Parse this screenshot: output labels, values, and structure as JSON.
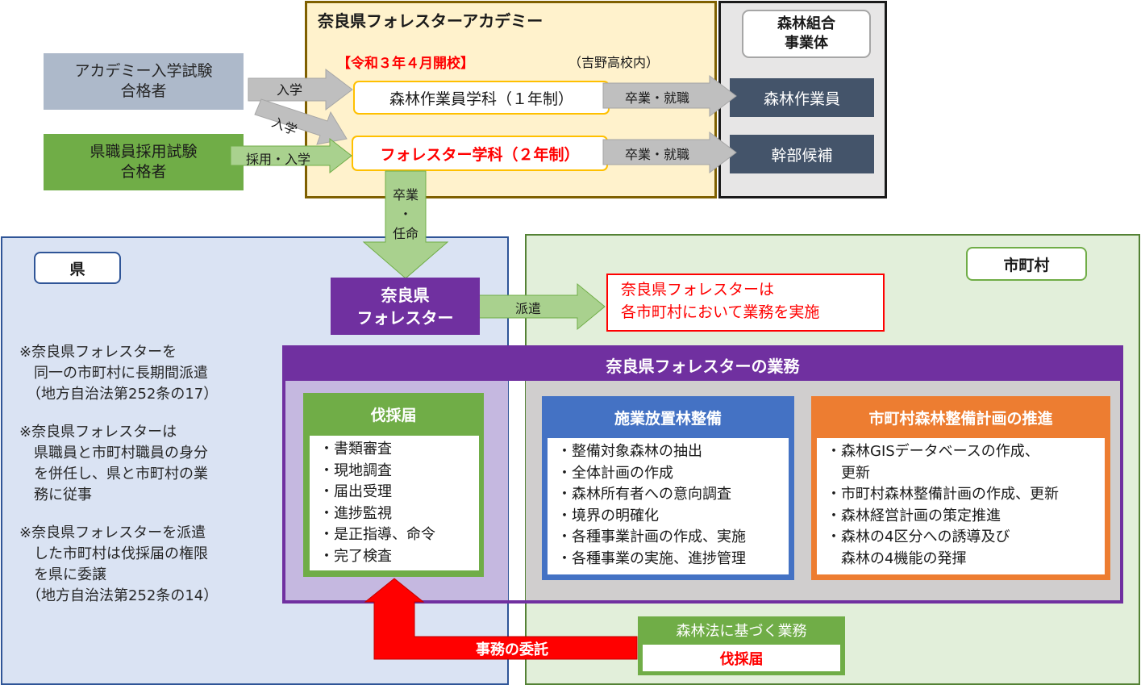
{
  "academy": {
    "title": "奈良県フォレスターアカデミー",
    "opening": "【令和３年４月開校】",
    "location": "（吉野高校内）",
    "course1": "森林作業員学科（１年制）",
    "course2": "フォレスター学科（２年制）"
  },
  "org": {
    "title_line1": "森林組合",
    "title_line2": "事業体",
    "worker": "森林作業員",
    "leader": "幹部候補"
  },
  "candidates": {
    "academy_exam_line1": "アカデミー入学試験",
    "academy_exam_line2": "合格者",
    "pref_exam_line1": "県職員採用試験",
    "pref_exam_line2": "合格者"
  },
  "arrow_labels": {
    "enroll1": "入学",
    "enroll2": "入学",
    "hire_enroll": "採用・入学",
    "grad_job1": "卒業・就職",
    "grad_job2": "卒業・就職",
    "grad_appoint_1": "卒業",
    "grad_appoint_2": "・",
    "grad_appoint_3": "任命",
    "dispatch": "派遣",
    "delegation": "事務の委託"
  },
  "prefecture": {
    "label": "県",
    "forester_line1": "奈良県",
    "forester_line2": "フォレスター",
    "notes": [
      [
        "※奈良県フォレスターを",
        "　同一の市町村に長期間派遣",
        "　（地方自治法第252条の17）"
      ],
      [
        "※奈良県フォレスターは",
        "　県職員と市町村職員の身分",
        "　を併任し、県と市町村の業",
        "　務に従事"
      ],
      [
        "※奈良県フォレスターを派遣",
        "　した市町村は伐採届の権限",
        "　を県に委譲",
        "　（地方自治法第252条の14）"
      ]
    ]
  },
  "municipality": {
    "label": "市町村",
    "note_line1": "奈良県フォレスターは",
    "note_line2": "各市町村において業務を実施",
    "law_title": "森林法に基づく業務",
    "law_item": "伐採届"
  },
  "duties": {
    "title": "奈良県フォレスターの業務",
    "felling": {
      "title": "伐採届",
      "items": [
        "・書類審査",
        "・現地調査",
        "・届出受理",
        "・進捗監視",
        "・是正指導、命令",
        "・完了検査"
      ]
    },
    "neglected": {
      "title": "施業放置林整備",
      "items": [
        "・整備対象森林の抽出",
        "・全体計画の作成",
        "・森林所有者への意向調査",
        "・境界の明確化",
        "・各種事業計画の作成、実施",
        "・各種事業の実施、進捗管理"
      ]
    },
    "plan": {
      "title": "市町村森林整備計画の推進",
      "items": [
        "・森林GISデータベースの作成、",
        "　更新",
        "・市町村森林整備計画の作成、更新",
        "・森林経営計画の策定推進",
        "・森林の4区分への誘導及び",
        "　森林の4機能の発揮"
      ]
    }
  },
  "colors": {
    "academy_bg": "#fff2cc",
    "academy_border": "#7f6000",
    "gray_box": "#adb9ca",
    "green_box": "#70ad47",
    "slate": "#44546a",
    "pref_bg": "#dae3f3",
    "pref_border": "#2f5597",
    "muni_bg": "#e2efda",
    "muni_border": "#548235",
    "purple": "#7030a0",
    "blue": "#4472c4",
    "orange": "#ed7d31",
    "red": "#ff0000",
    "arrow_gray": "#bfbfbf",
    "arrow_green": "#a9d18e"
  }
}
